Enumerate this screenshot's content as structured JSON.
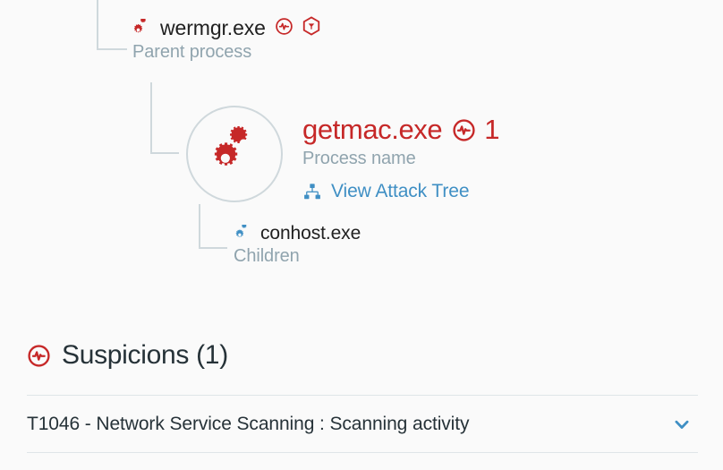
{
  "colors": {
    "background": "#fafafa",
    "danger_red": "#c62828",
    "link_blue": "#3f8fc4",
    "muted_gray": "#90a4ae",
    "connector_gray": "#cfd8dc",
    "divider_gray": "#dfe5e8",
    "text_dark": "#263238"
  },
  "process_tree": {
    "parent": {
      "name": "wermgr.exe",
      "label": "Parent process",
      "icon": "gears-icon",
      "badges": [
        "suspicion-pulse-icon",
        "hexagon-shield-icon"
      ]
    },
    "focus": {
      "name": "getmac.exe",
      "label": "Process name",
      "suspicion_count": "1",
      "icon": "gears-icon",
      "badge": "suspicion-pulse-icon",
      "link": {
        "label": "View Attack Tree",
        "icon": "sitemap-icon"
      }
    },
    "children": {
      "name": "conhost.exe",
      "label": "Children",
      "icon": "gears-icon"
    }
  },
  "suspicions": {
    "title": "Suspicions (1)",
    "icon": "suspicion-pulse-icon",
    "items": [
      {
        "label": "T1046 - Network Service Scanning : Scanning activity",
        "expand_icon": "chevron-down-icon"
      }
    ]
  }
}
